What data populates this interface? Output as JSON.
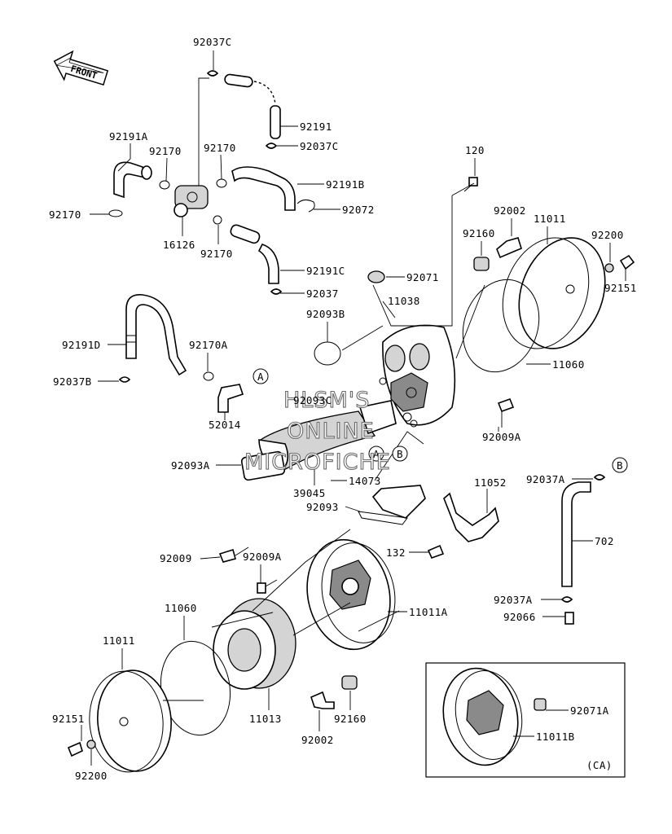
{
  "front_label": "FRONT",
  "watermark": [
    "HLSM'S",
    "ONLINE",
    "MICROFICHE"
  ],
  "ref_circles": [
    "A",
    "B",
    "A",
    "B"
  ],
  "inset_label": "(CA)",
  "parts": [
    {
      "id": "p92037C-top",
      "text": "92037C"
    },
    {
      "id": "p92191",
      "text": "92191"
    },
    {
      "id": "p92037C-mid",
      "text": "92037C"
    },
    {
      "id": "p92191A",
      "text": "92191A"
    },
    {
      "id": "p92170-a",
      "text": "92170"
    },
    {
      "id": "p92170-b",
      "text": "92170"
    },
    {
      "id": "p92191B",
      "text": "92191B"
    },
    {
      "id": "p92170-left",
      "text": "92170"
    },
    {
      "id": "p92072",
      "text": "92072"
    },
    {
      "id": "p16126",
      "text": "16126"
    },
    {
      "id": "p92170-c",
      "text": "92170"
    },
    {
      "id": "p92191C",
      "text": "92191C"
    },
    {
      "id": "p92037",
      "text": "92037"
    },
    {
      "id": "p120",
      "text": "120"
    },
    {
      "id": "p92002-top",
      "text": "92002"
    },
    {
      "id": "p11011-top",
      "text": "11011"
    },
    {
      "id": "p92160-top",
      "text": "92160"
    },
    {
      "id": "p92200-top",
      "text": "92200"
    },
    {
      "id": "p92151-top",
      "text": "92151"
    },
    {
      "id": "p92071",
      "text": "92071"
    },
    {
      "id": "p11038",
      "text": "11038"
    },
    {
      "id": "p92093B",
      "text": "92093B"
    },
    {
      "id": "p92191D",
      "text": "92191D"
    },
    {
      "id": "p92170A",
      "text": "92170A"
    },
    {
      "id": "p11060-top",
      "text": "11060"
    },
    {
      "id": "p92037B",
      "text": "92037B"
    },
    {
      "id": "p92093C",
      "text": "92093C"
    },
    {
      "id": "p52014",
      "text": "52014"
    },
    {
      "id": "p92009A-right",
      "text": "92009A"
    },
    {
      "id": "p92093A",
      "text": "92093A"
    },
    {
      "id": "p14073",
      "text": "14073"
    },
    {
      "id": "p39045",
      "text": "39045"
    },
    {
      "id": "p92037A-top",
      "text": "92037A"
    },
    {
      "id": "p11052",
      "text": "11052"
    },
    {
      "id": "p92093",
      "text": "92093"
    },
    {
      "id": "p702",
      "text": "702"
    },
    {
      "id": "p132",
      "text": "132"
    },
    {
      "id": "p92009",
      "text": "92009"
    },
    {
      "id": "p92009A-mid",
      "text": "92009A"
    },
    {
      "id": "p92037A-bot",
      "text": "92037A"
    },
    {
      "id": "p11011A",
      "text": "11011A"
    },
    {
      "id": "p92066",
      "text": "92066"
    },
    {
      "id": "p11060-bot",
      "text": "11060"
    },
    {
      "id": "p11011-bot",
      "text": "11011"
    },
    {
      "id": "p11013",
      "text": "11013"
    },
    {
      "id": "p92160-bot",
      "text": "92160"
    },
    {
      "id": "p92071A",
      "text": "92071A"
    },
    {
      "id": "p92151-bot",
      "text": "92151"
    },
    {
      "id": "p92002-bot",
      "text": "92002"
    },
    {
      "id": "p11011B",
      "text": "11011B"
    },
    {
      "id": "p92200-bot",
      "text": "92200"
    }
  ]
}
